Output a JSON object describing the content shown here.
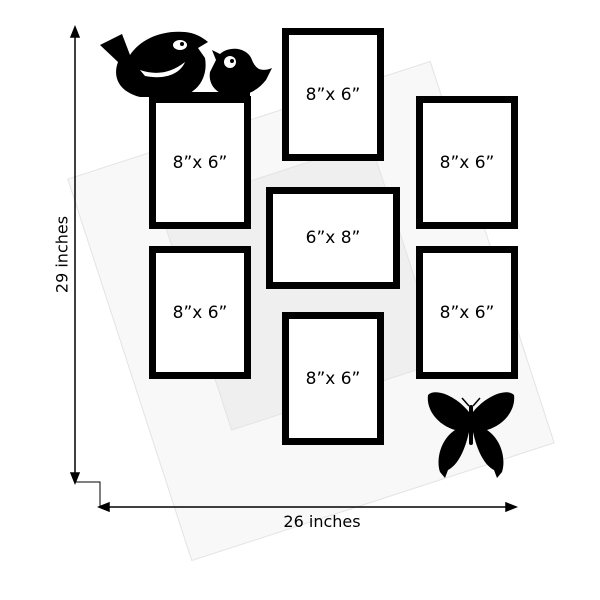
{
  "frames": [
    {
      "label": "8”x 6”"
    },
    {
      "label": "8”x 6”"
    },
    {
      "label": "8”x 6”"
    },
    {
      "label": "6”x 8”"
    },
    {
      "label": "8”x 6”"
    },
    {
      "label": "8”x 6”"
    },
    {
      "label": "8”x 6”"
    }
  ],
  "dimensions": {
    "height": "29 inches",
    "width": "26 inches"
  },
  "colors": {
    "frame": "#000000",
    "watermark": "#e8e8e8"
  }
}
